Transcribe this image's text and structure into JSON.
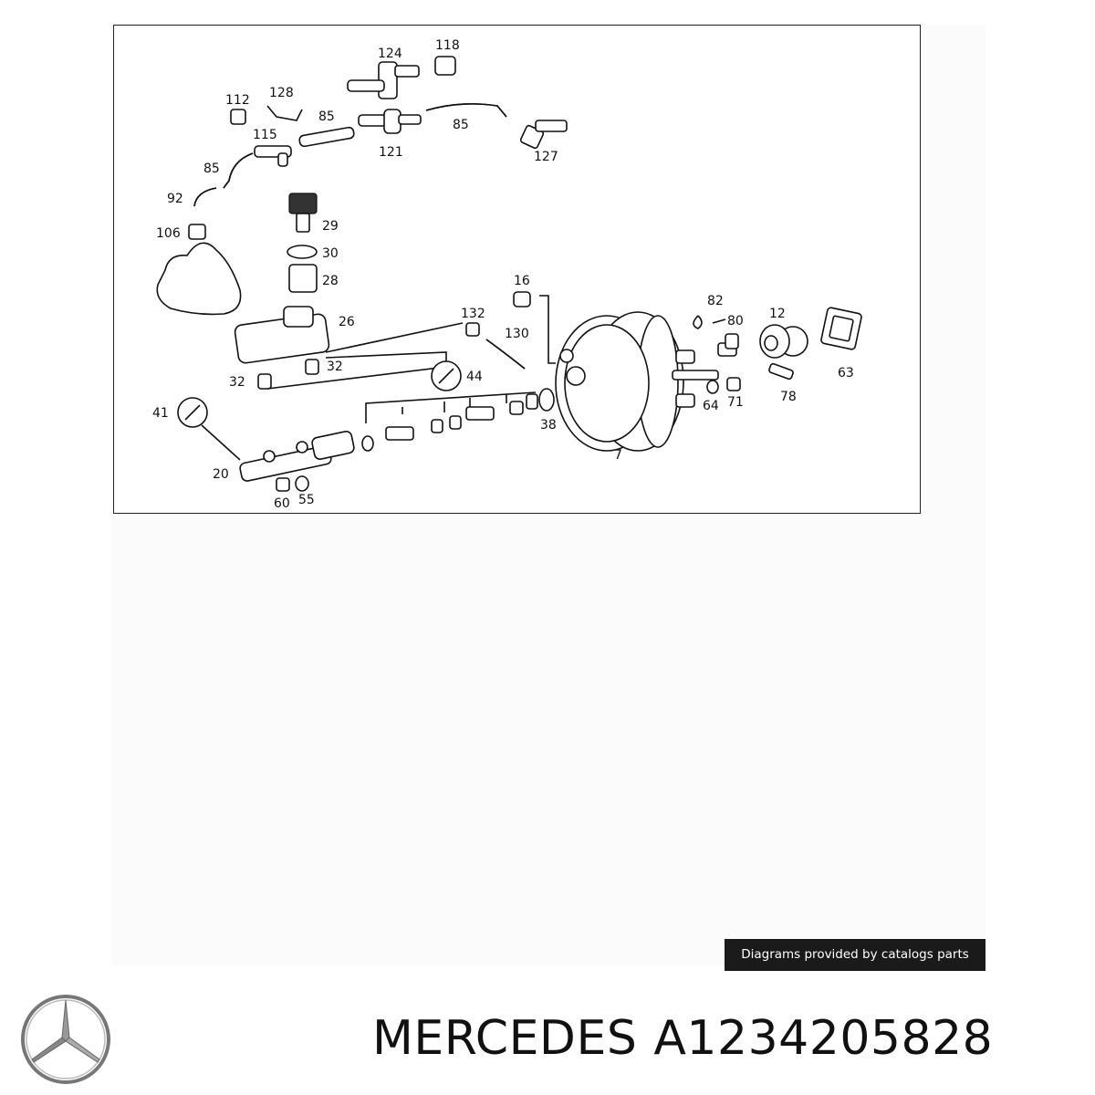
{
  "diagram": {
    "labels": [
      "124",
      "118",
      "112",
      "128",
      "85",
      "115",
      "121",
      "85",
      "127",
      "85",
      "92",
      "106",
      "29",
      "30",
      "28",
      "16",
      "82",
      "12",
      "80",
      "132",
      "26",
      "130",
      "32",
      "32",
      "44",
      "63",
      "64",
      "71",
      "78",
      "41",
      "38",
      "7",
      "20",
      "60",
      "55"
    ]
  },
  "credit": "Diagrams provided by catalogs parts",
  "brand": "MERCEDES",
  "part_number": "A1234205828",
  "icons": {
    "logo": "mercedes-star-logo"
  }
}
